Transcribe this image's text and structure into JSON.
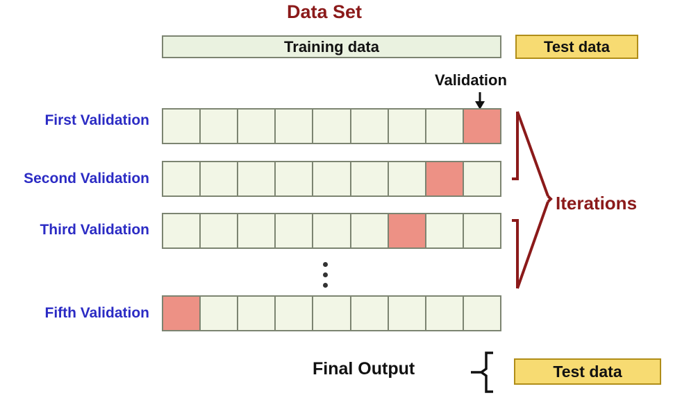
{
  "title": "Data Set",
  "colors": {
    "title_red": "#8B1A1A",
    "label_blue": "#2B2BC4",
    "train_fill": "#EAF2E0",
    "cell_fill": "#F2F6E6",
    "cell_border": "#7C8471",
    "fold_fill": "#ED9185",
    "test_fill": "#F7DB72",
    "test_border": "#B08D18",
    "text_black": "#111111"
  },
  "top": {
    "training_label": "Training data",
    "test_label": "Test data"
  },
  "annotation": {
    "validation_label": "Validation",
    "arrow_icon": "down-arrow-icon"
  },
  "rows": [
    {
      "label": "First Validation",
      "cells": 9,
      "fold_index": 8
    },
    {
      "label": "Second Validation",
      "cells": 9,
      "fold_index": 7
    },
    {
      "label": "Third Validation",
      "cells": 9,
      "fold_index": 6
    },
    {
      "label": "Fifth Validation",
      "cells": 9,
      "fold_index": 0
    }
  ],
  "ellipsis": {
    "icon": "vertical-ellipsis-icon",
    "dots": 3
  },
  "iterations": {
    "label": "Iterations",
    "brace_icon": "right-curly-brace-icon"
  },
  "bottom": {
    "final_output_label": "Final Output",
    "brace_icon": "left-curly-brace-icon",
    "test_label": "Test data"
  }
}
